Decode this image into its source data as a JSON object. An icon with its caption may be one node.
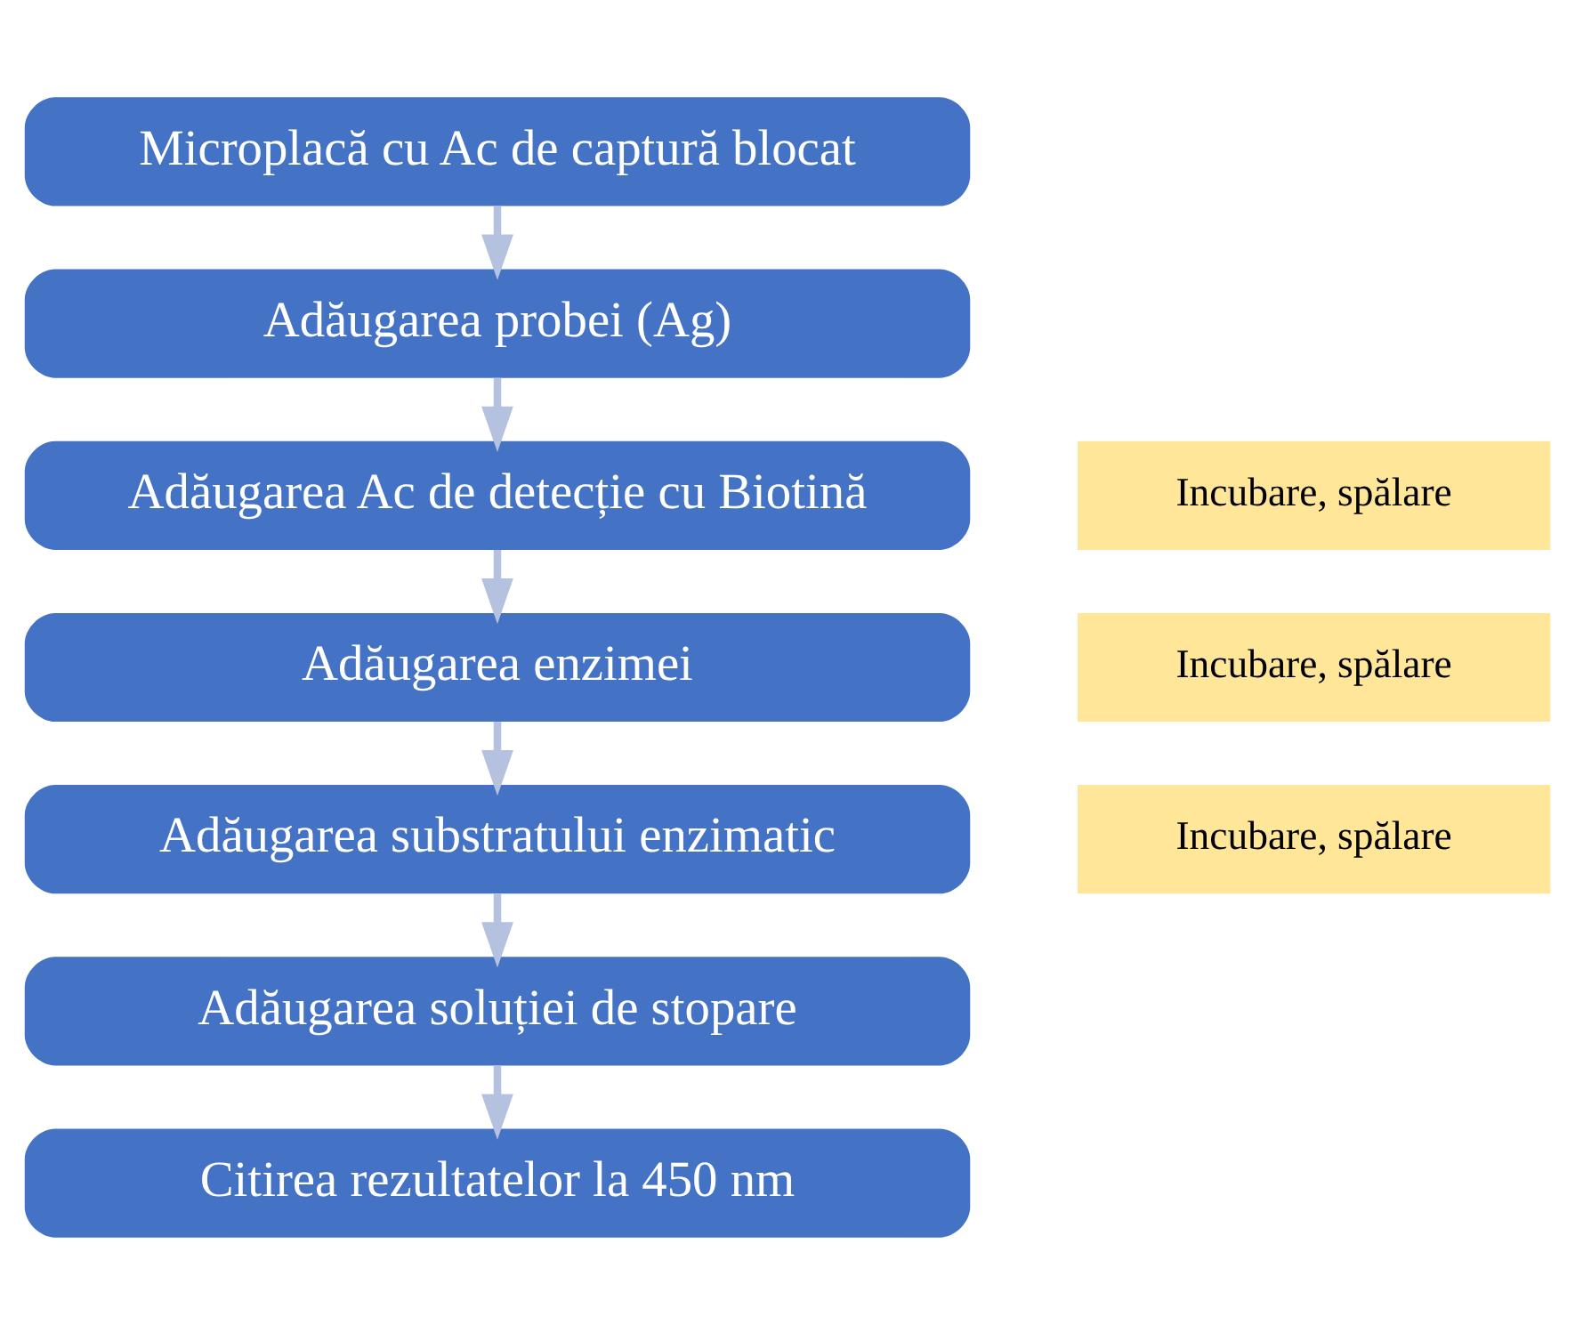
{
  "diagram": {
    "nodes": [
      {
        "text": [
          "Microplacă cu Ac de captură blocat"
        ]
      },
      {
        "text": [
          "Adăugarea probei (Ag)"
        ]
      },
      {
        "text": [
          "Adăugarea Ac de detecție cu Biotină"
        ]
      },
      {
        "text": [
          "Adăugarea enzimei"
        ]
      },
      {
        "text": [
          "Adăugarea substratului enzimatic"
        ]
      },
      {
        "text": [
          "Adăugarea soluției de stopare"
        ]
      },
      {
        "text": [
          "Citirea rezultatelor la 450 nm"
        ]
      },
      {
        "text": [
          "Incubare, spălare"
        ]
      },
      {
        "text": [
          "Incubare, spălare"
        ]
      },
      {
        "text": [
          "Incubare, spălare"
        ]
      }
    ],
    "edges": [
      {
        "from": 0,
        "to": 1,
        "arrow": "to"
      },
      {
        "from": 1,
        "to": 2,
        "arrow": "to"
      },
      {
        "from": 2,
        "to": 3,
        "arrow": "to"
      },
      {
        "from": 3,
        "to": 4,
        "arrow": "to"
      },
      {
        "from": 4,
        "to": 5,
        "arrow": "to"
      },
      {
        "from": 5,
        "to": 6,
        "arrow": "to"
      }
    ]
  }
}
